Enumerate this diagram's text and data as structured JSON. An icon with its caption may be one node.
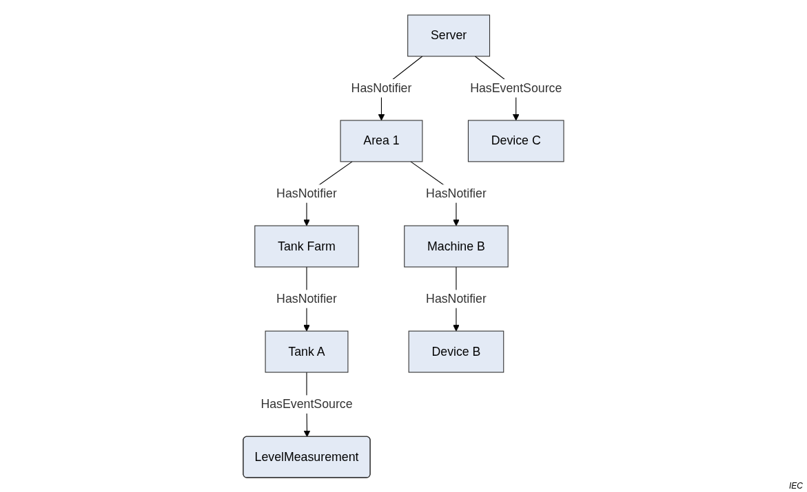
{
  "diagram": {
    "nodes": [
      {
        "text": [
          "Server"
        ]
      },
      {
        "text": [
          "Area 1"
        ]
      },
      {
        "text": [
          "Tank Farm"
        ]
      },
      {
        "text": [
          "Machine B"
        ]
      },
      {
        "text": [
          "Tank A"
        ]
      },
      {
        "text": [
          "LevelMeasurement"
        ]
      },
      {
        "text": [
          "Device B"
        ]
      },
      {
        "text": [
          "Device C"
        ]
      }
    ],
    "edges": [
      {
        "from": 0,
        "to": 1,
        "arrow": "to",
        "label": "HasNotifier"
      },
      {
        "from": 0,
        "to": 7,
        "arrow": "to",
        "label": "HasEventSource"
      },
      {
        "from": 1,
        "to": 2,
        "arrow": "to",
        "label": "HasNotifier"
      },
      {
        "from": 1,
        "to": 3,
        "arrow": "to",
        "label": "HasNotifier"
      },
      {
        "from": 2,
        "to": 4,
        "arrow": "to",
        "label": "HasNotifier"
      },
      {
        "from": 4,
        "to": 5,
        "arrow": "to",
        "label": "HasEventSource"
      },
      {
        "from": 3,
        "to": 6,
        "arrow": "to",
        "label": "HasNotifier"
      }
    ],
    "labels": [
      "IEC"
    ]
  }
}
